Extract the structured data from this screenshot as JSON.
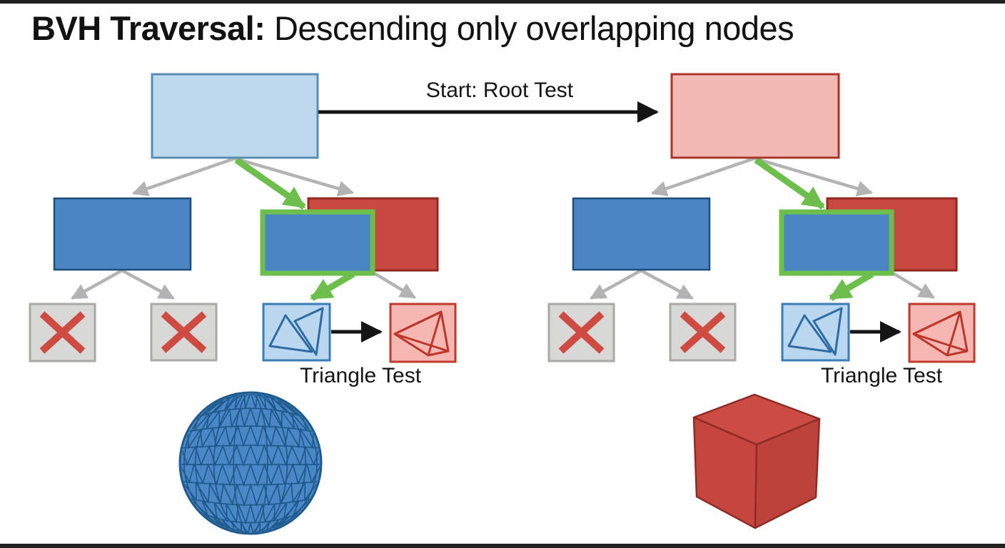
{
  "title": {
    "bold_part": "BVH Traversal:",
    "regular_part": " Descending only overlapping nodes"
  },
  "labels": {
    "start_arrow": "Start: Root Test",
    "triangle_test_left": "Triangle Test",
    "triangle_test_right": "Triangle Test"
  },
  "colors": {
    "frame_bar": "#212121",
    "root_blue_fill": "#bdd7ec",
    "root_blue_stroke": "#5a8db5",
    "root_pink_fill": "#f2b9b4",
    "root_pink_stroke": "#ab342b",
    "node_blue_fill": "#4a86c4",
    "node_blue_stroke": "#1d4e7c",
    "node_red_fill": "#c94940",
    "node_red_stroke": "#93281f",
    "highlight_green": "#6cbf4a",
    "pruned_fill": "#d8d8d6",
    "pruned_stroke": "#a9a9a6",
    "x_mark_red": "#cf4b42",
    "tri_leaf_blue_fill": "#b9d7ef",
    "tri_leaf_blue_stroke": "#3a7cba",
    "tri_lines_blue": "#2e6ba5",
    "tri_leaf_red_fill": "#f4b7b2",
    "tri_leaf_red_stroke": "#c23a2e",
    "tri_lines_red": "#bf352a",
    "arrow_gray": "#b3b3b3",
    "arrow_black": "#141414",
    "sphere_fill": "#4a87c6",
    "sphere_wire": "#1e5a8c",
    "cube_top": "#cc4b43",
    "cube_left": "#c5463f",
    "cube_right": "#bd423b",
    "cube_edge": "#8e2b26"
  },
  "scene": {
    "left_tree": {
      "object": "triangulated sphere mesh",
      "root_node": "light blue bounding box",
      "level2": [
        "blue box (not descended)",
        "red box overlapped by green-highlighted blue box"
      ],
      "leaves": [
        "pruned (red X)",
        "pruned (red X)",
        "blue triangle leaf",
        "red triangle leaf"
      ]
    },
    "right_tree": {
      "object": "red cube",
      "root_node": "light red bounding box",
      "level2": [
        "blue box (not descended)",
        "red box overlapped by green-highlighted blue box"
      ],
      "leaves": [
        "pruned (red X)",
        "pruned (red X)",
        "blue triangle leaf",
        "red triangle leaf"
      ]
    }
  }
}
